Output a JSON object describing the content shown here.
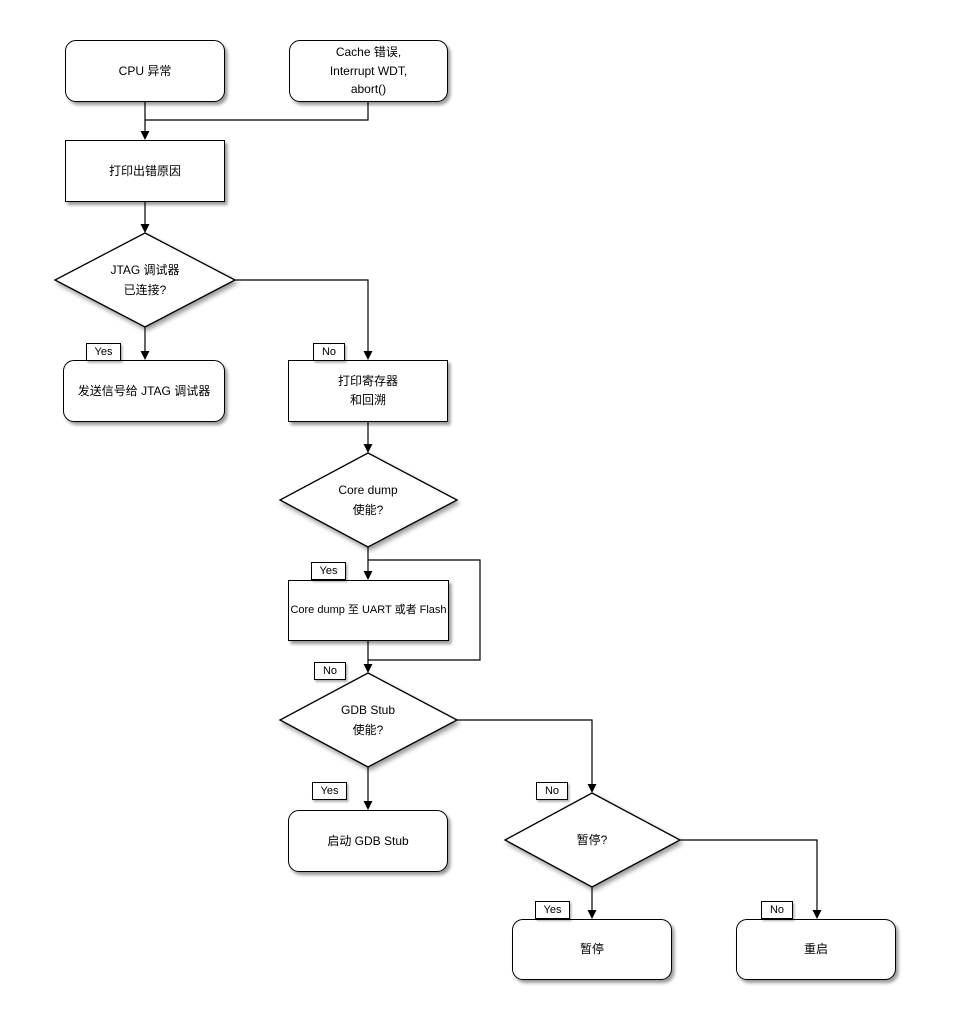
{
  "colors": {
    "background": "#ffffff",
    "stroke": "#000000",
    "fill": "#ffffff",
    "shadow": "rgba(0,0,0,0.4)"
  },
  "labels": {
    "yes": "Yes",
    "no": "No"
  },
  "nodes": {
    "cpu_exception": {
      "type": "terminal",
      "label": "CPU 异常"
    },
    "cache_error": {
      "type": "terminal",
      "lines": [
        "Cache 错误,",
        "Interrupt WDT,",
        "abort()"
      ]
    },
    "print_reason": {
      "type": "process",
      "label": "打印出错原因"
    },
    "jtag_connected": {
      "type": "decision",
      "lines": [
        "JTAG 调试器",
        "已连接?"
      ]
    },
    "send_signal_jtag": {
      "type": "terminal",
      "label": "发送信号给 JTAG 调试器"
    },
    "print_registers": {
      "type": "process",
      "lines": [
        "打印寄存器",
        "和回溯"
      ]
    },
    "core_dump_enabled": {
      "type": "decision",
      "lines": [
        "Core dump",
        "使能?"
      ]
    },
    "core_dump_to_uart_flash": {
      "type": "process",
      "label": "Core dump 至 UART 或者 Flash"
    },
    "gdb_stub_enabled": {
      "type": "decision",
      "lines": [
        "GDB Stub",
        "使能?"
      ]
    },
    "start_gdb_stub": {
      "type": "terminal",
      "label": "启动 GDB Stub"
    },
    "halt_question": {
      "type": "decision",
      "lines": [
        "暂停?"
      ]
    },
    "halt": {
      "type": "terminal",
      "label": "暂停"
    },
    "reboot": {
      "type": "terminal",
      "label": "重启"
    }
  },
  "edges": [
    {
      "from": "cpu_exception",
      "to": "print_reason",
      "label": ""
    },
    {
      "from": "cache_error",
      "to": "print_reason",
      "label": ""
    },
    {
      "from": "print_reason",
      "to": "jtag_connected",
      "label": ""
    },
    {
      "from": "jtag_connected",
      "to": "send_signal_jtag",
      "label": "Yes"
    },
    {
      "from": "jtag_connected",
      "to": "print_registers",
      "label": "No"
    },
    {
      "from": "print_registers",
      "to": "core_dump_enabled",
      "label": ""
    },
    {
      "from": "core_dump_enabled",
      "to": "core_dump_to_uart_flash",
      "label": "Yes"
    },
    {
      "from": "core_dump_enabled",
      "to": "gdb_stub_enabled",
      "label": "No"
    },
    {
      "from": "core_dump_to_uart_flash",
      "to": "gdb_stub_enabled",
      "label": ""
    },
    {
      "from": "gdb_stub_enabled",
      "to": "start_gdb_stub",
      "label": "Yes"
    },
    {
      "from": "gdb_stub_enabled",
      "to": "halt_question",
      "label": "No"
    },
    {
      "from": "halt_question",
      "to": "halt",
      "label": "Yes"
    },
    {
      "from": "halt_question",
      "to": "reboot",
      "label": "No"
    }
  ]
}
